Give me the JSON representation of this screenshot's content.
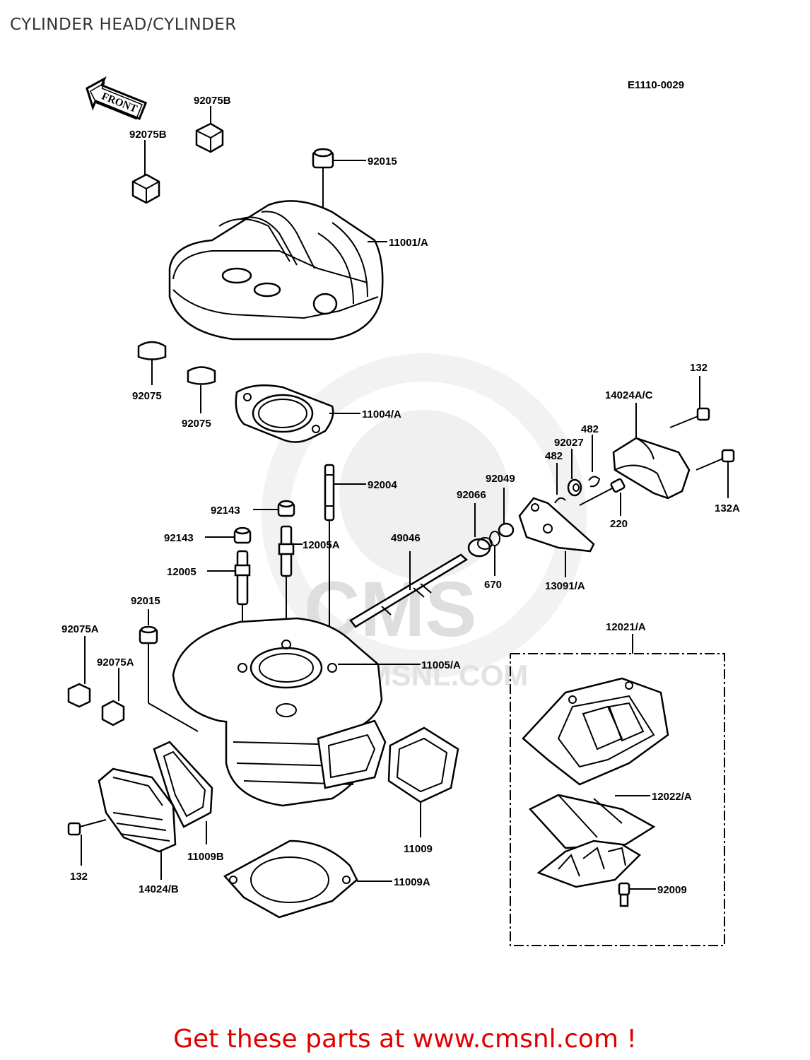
{
  "page": {
    "title": "CYLINDER HEAD/CYLINDER",
    "ad_text": "Get these parts at www.cmsnl.com !"
  },
  "diagram": {
    "code": "E1110-0029",
    "front_label": "FRONT",
    "watermark": {
      "main": "CMS",
      "url": "WWW.CMSNL.COM"
    },
    "labels": {
      "p92075B_top": "92075B",
      "p92075B_left": "92075B",
      "p92015_top": "92015",
      "p11001A": "11001/A",
      "p92075_a": "92075",
      "p92075_b": "92075",
      "p11004A": "11004/A",
      "p132_top": "132",
      "p14024AC": "14024A/C",
      "p482_a": "482",
      "p92027": "92027",
      "p482_b": "482",
      "p92049": "92049",
      "p92066": "92066",
      "p92004": "92004",
      "p92143_a": "92143",
      "p92143_b": "92143",
      "p12005A": "12005A",
      "p49046": "49046",
      "p220": "220",
      "p132A": "132A",
      "p13091A": "13091/A",
      "p670": "670",
      "p12005": "12005",
      "p92015_left": "92015",
      "p92075A_a": "92075A",
      "p92075A_b": "92075A",
      "p11005A": "11005/A",
      "p12021A": "12021/A",
      "p12022A": "12022/A",
      "p11009": "11009",
      "p11009B": "11009B",
      "p132_bottom": "132",
      "p14024B": "14024/B",
      "p11009A": "11009A",
      "p92009": "92009"
    }
  }
}
